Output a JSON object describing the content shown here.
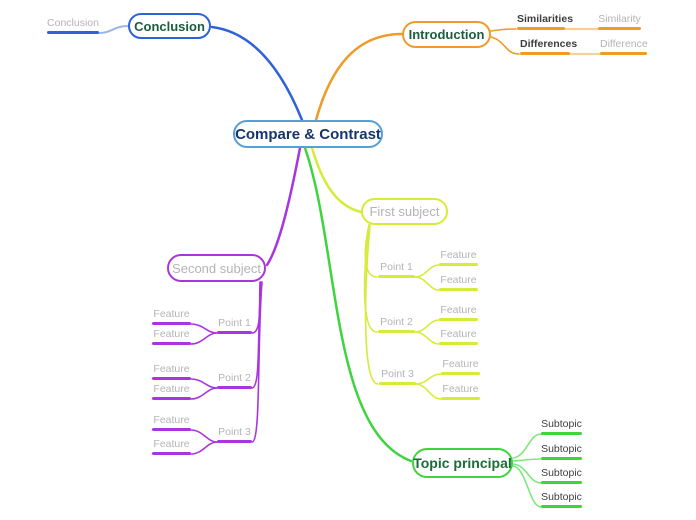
{
  "root": {
    "label": "Compare & Contrast"
  },
  "conclusion": {
    "label": "Conclusion",
    "sub_label": "Conclusion"
  },
  "introduction": {
    "label": "Introduction",
    "similarities": {
      "label": "Similarities",
      "child": "Similarity"
    },
    "differences": {
      "label": "Differences",
      "child": "Difference"
    }
  },
  "first_subject": {
    "label": "First subject",
    "points": [
      {
        "label": "Point 1",
        "features": [
          "Feature",
          "Feature"
        ]
      },
      {
        "label": "Point 2",
        "features": [
          "Feature",
          "Feature"
        ]
      },
      {
        "label": "Point 3",
        "features": [
          "Feature",
          "Feature"
        ]
      }
    ]
  },
  "second_subject": {
    "label": "Second subject",
    "points": [
      {
        "label": "Point 1",
        "features": [
          "Feature",
          "Feature"
        ]
      },
      {
        "label": "Point 2",
        "features": [
          "Feature",
          "Feature"
        ]
      },
      {
        "label": "Point 3",
        "features": [
          "Feature",
          "Feature"
        ]
      }
    ]
  },
  "topic_principal": {
    "label": "Topic principal",
    "subtopics": [
      "Subtopic",
      "Subtopic",
      "Subtopic",
      "Subtopic"
    ]
  },
  "colors": {
    "branch_blue": "#2f62d8",
    "branch_blue_light": "#9cb6ec",
    "branch_orange": "#f09a28",
    "branch_orange_light": "#f6cf9b",
    "branch_yellow": "#d5eb37",
    "branch_purple": "#a935df",
    "branch_green": "#3ed43e",
    "branch_green_light": "#7ee87e",
    "root_border": "#55a0d8",
    "dark_text": "#3e3e3e",
    "gray_text": "#b4b4b4",
    "dark_green_text": "#1b5e3f",
    "navy_text": "#17356c"
  }
}
